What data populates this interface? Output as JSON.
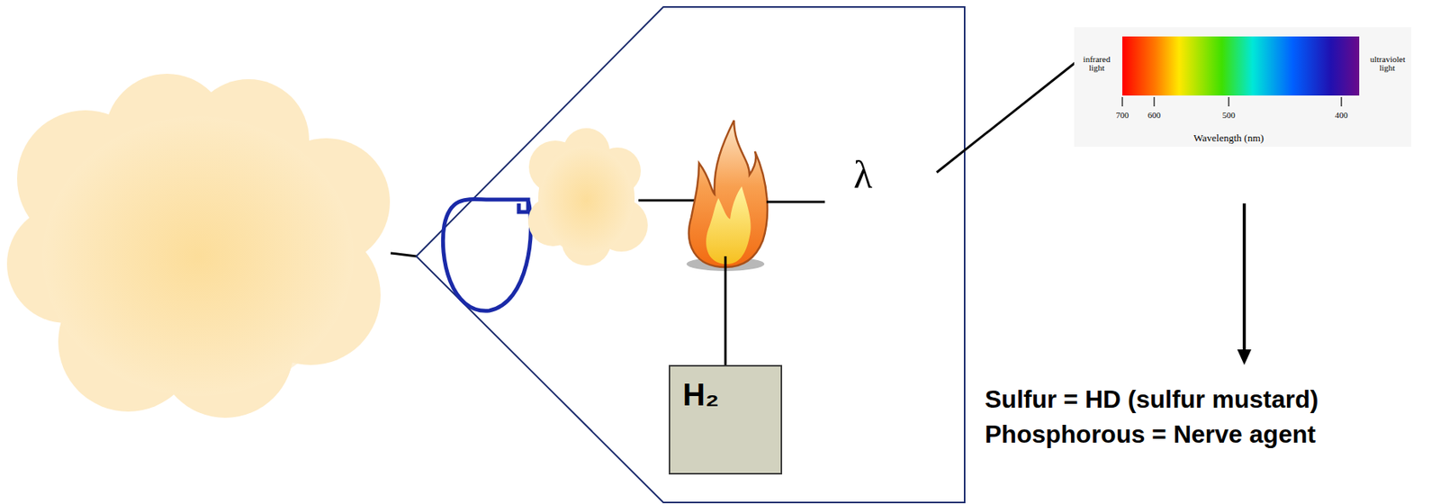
{
  "diagram": {
    "nodes": [
      {
        "text": [
          "H₂"
        ]
      }
    ],
    "labels": [
      "λ",
      "infrared light",
      "ultraviolet light",
      "700",
      "600",
      "500",
      "400",
      "Wavelength (nm)",
      "Sulfur = HD (sulfur mustard)",
      "Phosphorous = Nerve agent"
    ]
  }
}
